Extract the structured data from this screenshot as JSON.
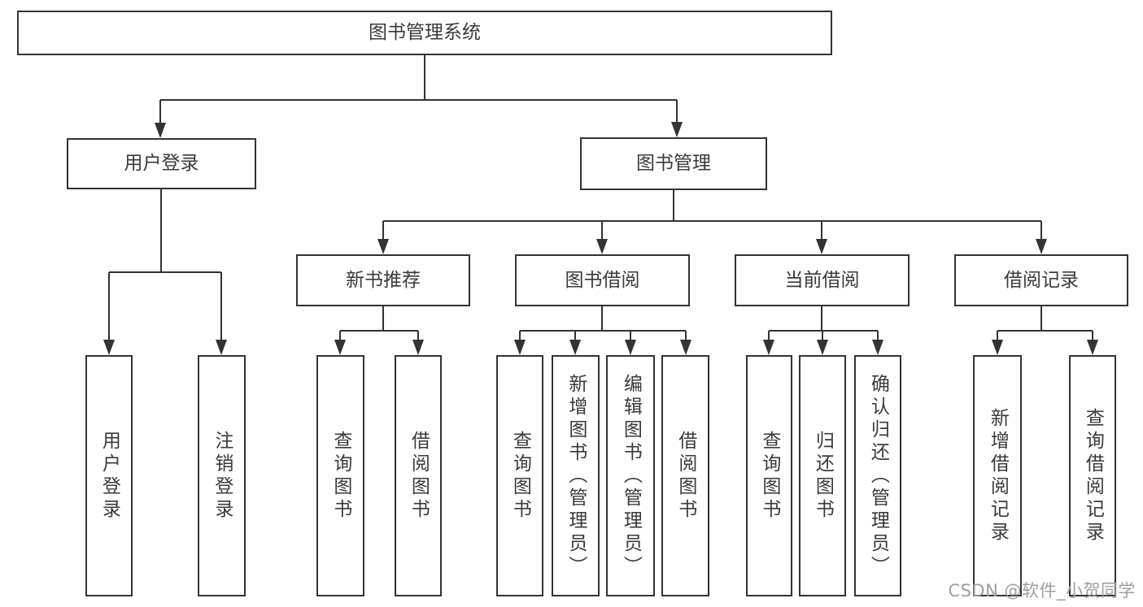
{
  "watermark": {
    "text": "CSDN @软件_小贺同学"
  },
  "tree": {
    "root": {
      "label": "图书管理系统"
    },
    "children": [
      {
        "label": "用户登录",
        "children": [
          {
            "label": "用户登录"
          },
          {
            "label": "注销登录"
          }
        ]
      },
      {
        "label": "图书管理",
        "children": [
          {
            "label": "新书推荐",
            "children": [
              {
                "label": "查询图书"
              },
              {
                "label": "借阅图书"
              }
            ]
          },
          {
            "label": "图书借阅",
            "children": [
              {
                "label": "查询图书"
              },
              {
                "label": "新增图书（管理员）"
              },
              {
                "label": "编辑图书（管理员）"
              },
              {
                "label": "借阅图书"
              }
            ]
          },
          {
            "label": "当前借阅",
            "children": [
              {
                "label": "查询图书"
              },
              {
                "label": "归还图书"
              },
              {
                "label": "确认归还（管理员）"
              }
            ]
          },
          {
            "label": "借阅记录",
            "children": [
              {
                "label": "新增借阅记录"
              },
              {
                "label": "查询借阅记录"
              }
            ]
          }
        ]
      }
    ]
  }
}
